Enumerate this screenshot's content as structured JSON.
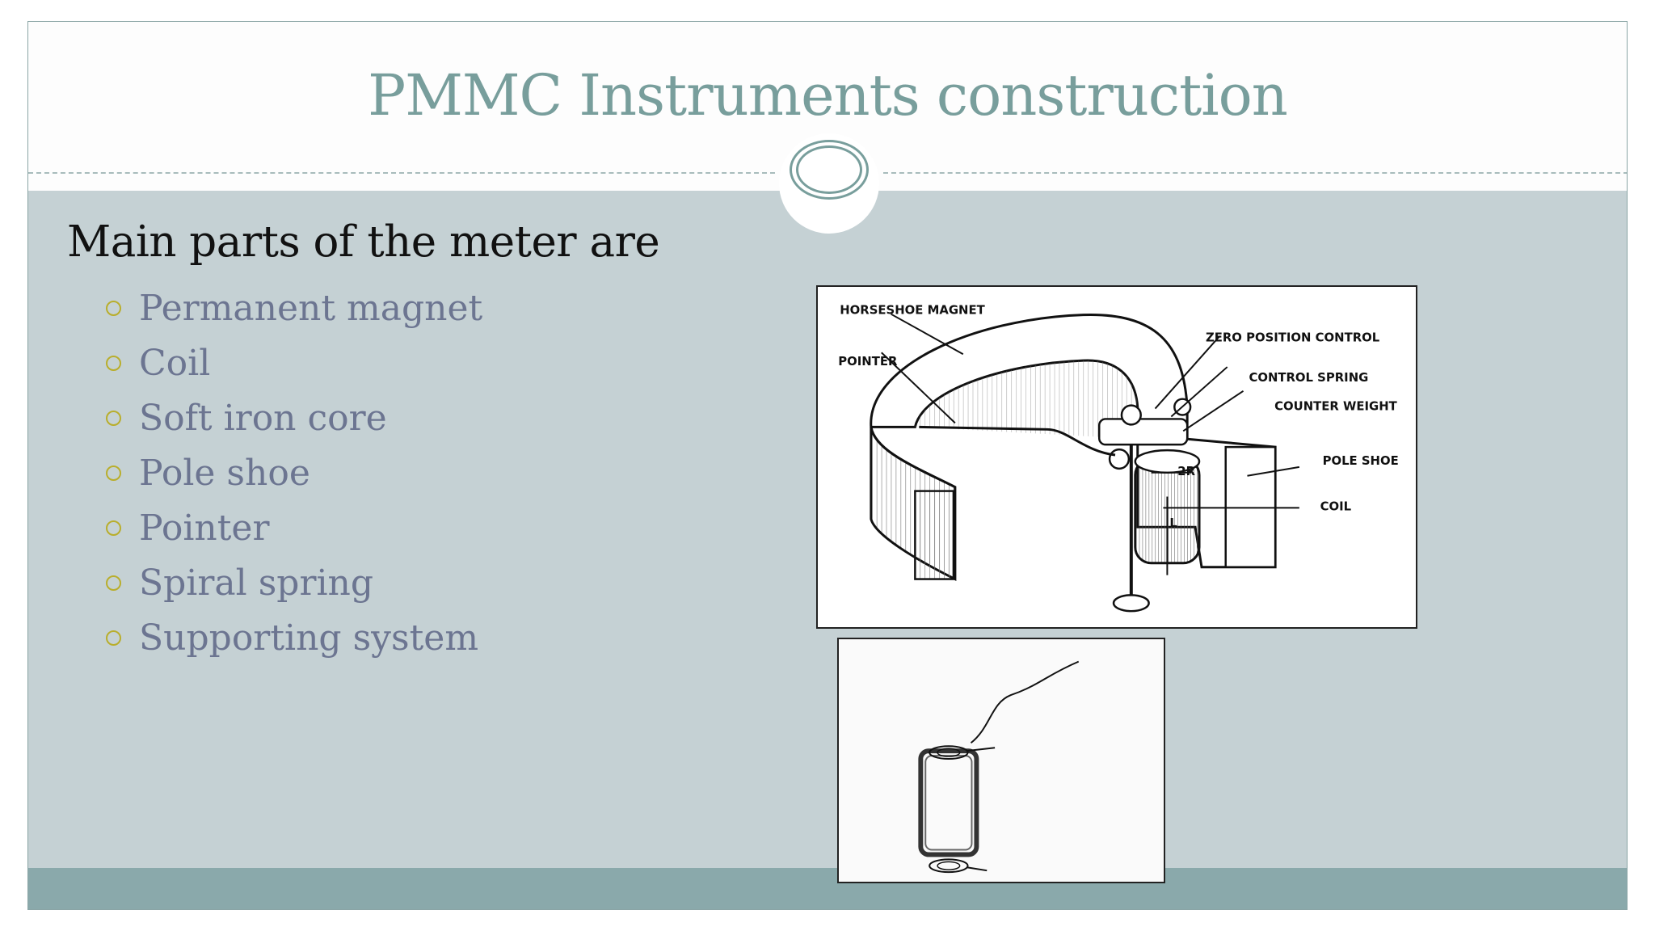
{
  "slide": {
    "title": "PMMC Instruments construction",
    "heading": "Main parts of the meter are",
    "bullets": [
      "Permanent magnet",
      "Coil",
      "Soft iron core",
      "Pole shoe",
      "Pointer",
      "Spiral spring",
      "Supporting system"
    ]
  },
  "figure1": {
    "labels": {
      "horseshoe_magnet": "HORSESHOE  MAGNET",
      "pointer": "POINTER",
      "zero_position_control": "ZERO POSITION CONTROL",
      "control_spring": "CONTROL SPRING",
      "counter_weight": "COUNTER WEIGHT",
      "pole_shoe": "POLE SHOE",
      "coil": "COIL",
      "dim_2r": "2R",
      "dim_l": "L"
    }
  },
  "colors": {
    "title": "#789e9c",
    "body_band": "#c5d1d4",
    "footer_band": "#8aa9ab",
    "bullet_text": "#6c7591",
    "bullet_mark": "#b9ae2c"
  }
}
